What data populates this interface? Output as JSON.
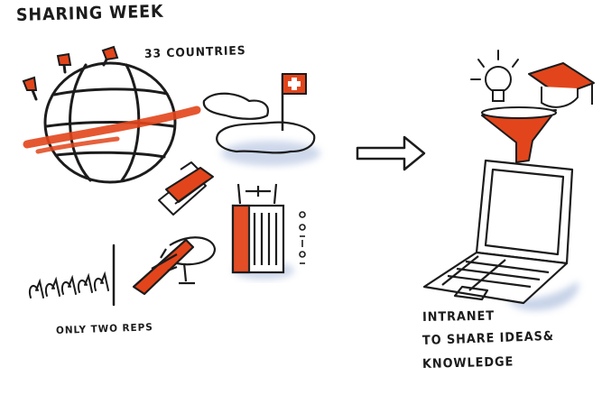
{
  "header": {
    "title": "SHARING WEEK"
  },
  "left_panel": {
    "countries_label": "33 COUNTRIES",
    "caption": "ONLY TWO REPS"
  },
  "right_panel": {
    "caption_lines": [
      "INTRANET",
      "TO SHARE IDEAS&",
      "KNOWLEDGE"
    ]
  },
  "colors": {
    "ink": "#1c1c1c",
    "accent": "#e2451b",
    "shadow": "#b9c8e2"
  },
  "icons": [
    "globe-icon",
    "switzerland-map-icon",
    "swiss-flag-icon",
    "plane-ticket-icon",
    "hotel-building-icon",
    "airplane-icon",
    "people-icon",
    "arrow-right-icon",
    "lightbulb-icon",
    "graduation-cap-icon",
    "funnel-icon",
    "laptop-icon"
  ]
}
